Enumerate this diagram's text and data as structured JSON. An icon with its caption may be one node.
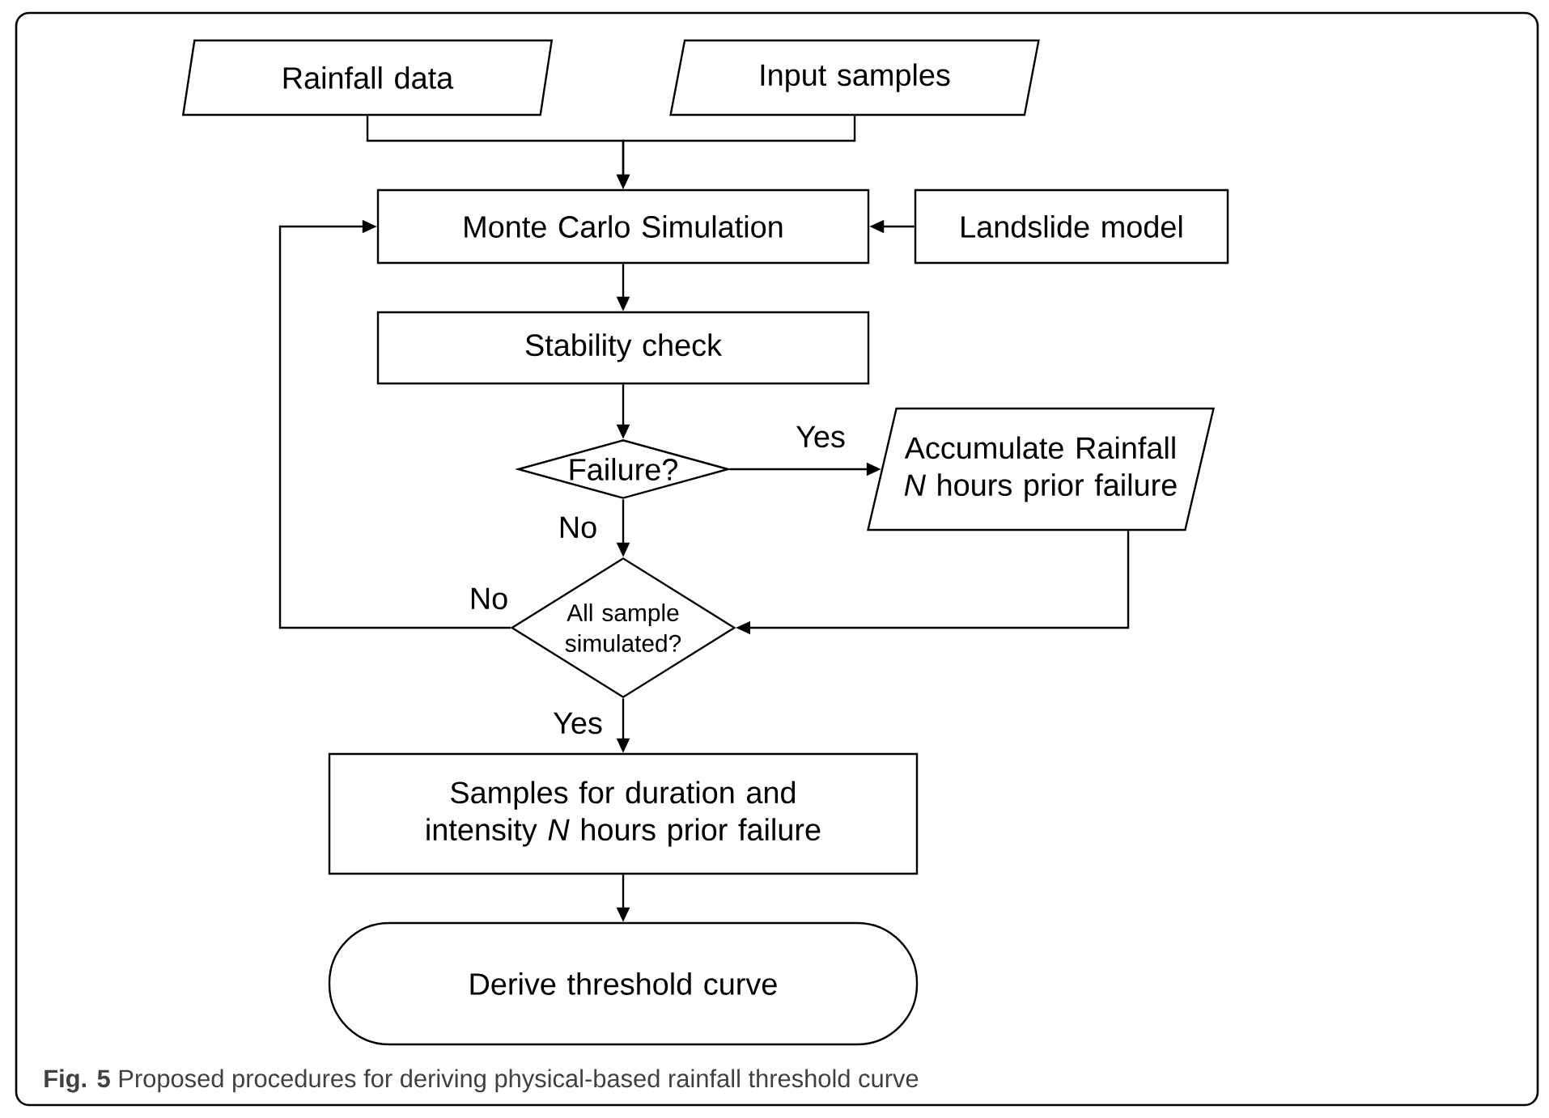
{
  "diagram": {
    "caption": "**Fig. 5** Proposed procedures for deriving physical-based rainfall threshold curve",
    "nodes": [
      {
        "text": [
          "Rainfall data"
        ]
      },
      {
        "text": [
          "Input samples"
        ]
      },
      {
        "text": [
          "Monte Carlo Simulation"
        ]
      },
      {
        "text": [
          "Landslide model"
        ]
      },
      {
        "text": [
          "Stability check"
        ]
      },
      {
        "text": [
          "Failure?"
        ]
      },
      {
        "text": [
          "Accumulate Rainfall *N* hours prior failure"
        ]
      },
      {
        "text": [
          "All sample simulated?"
        ]
      },
      {
        "text": [
          "Samples for duration and intensity *N* hours prior failure"
        ]
      },
      {
        "text": [
          "Derive threshold curve"
        ]
      }
    ],
    "edges": [
      {
        "from": 0,
        "to": 2,
        "arrow": "to"
      },
      {
        "from": 1,
        "to": 2,
        "arrow": "to"
      },
      {
        "from": 3,
        "to": 2,
        "arrow": "to"
      },
      {
        "from": 2,
        "to": 4,
        "arrow": "to"
      },
      {
        "from": 4,
        "to": 5,
        "arrow": "to"
      },
      {
        "from": 5,
        "to": 6,
        "arrow": "to",
        "label": "Yes"
      },
      {
        "from": 5,
        "to": 7,
        "arrow": "to",
        "label": "No"
      },
      {
        "from": 6,
        "to": 7,
        "arrow": "to"
      },
      {
        "from": 7,
        "to": 2,
        "arrow": "to",
        "label": "No"
      },
      {
        "from": 7,
        "to": 8,
        "arrow": "to",
        "label": "Yes"
      },
      {
        "from": 8,
        "to": 9,
        "arrow": "to"
      }
    ]
  }
}
